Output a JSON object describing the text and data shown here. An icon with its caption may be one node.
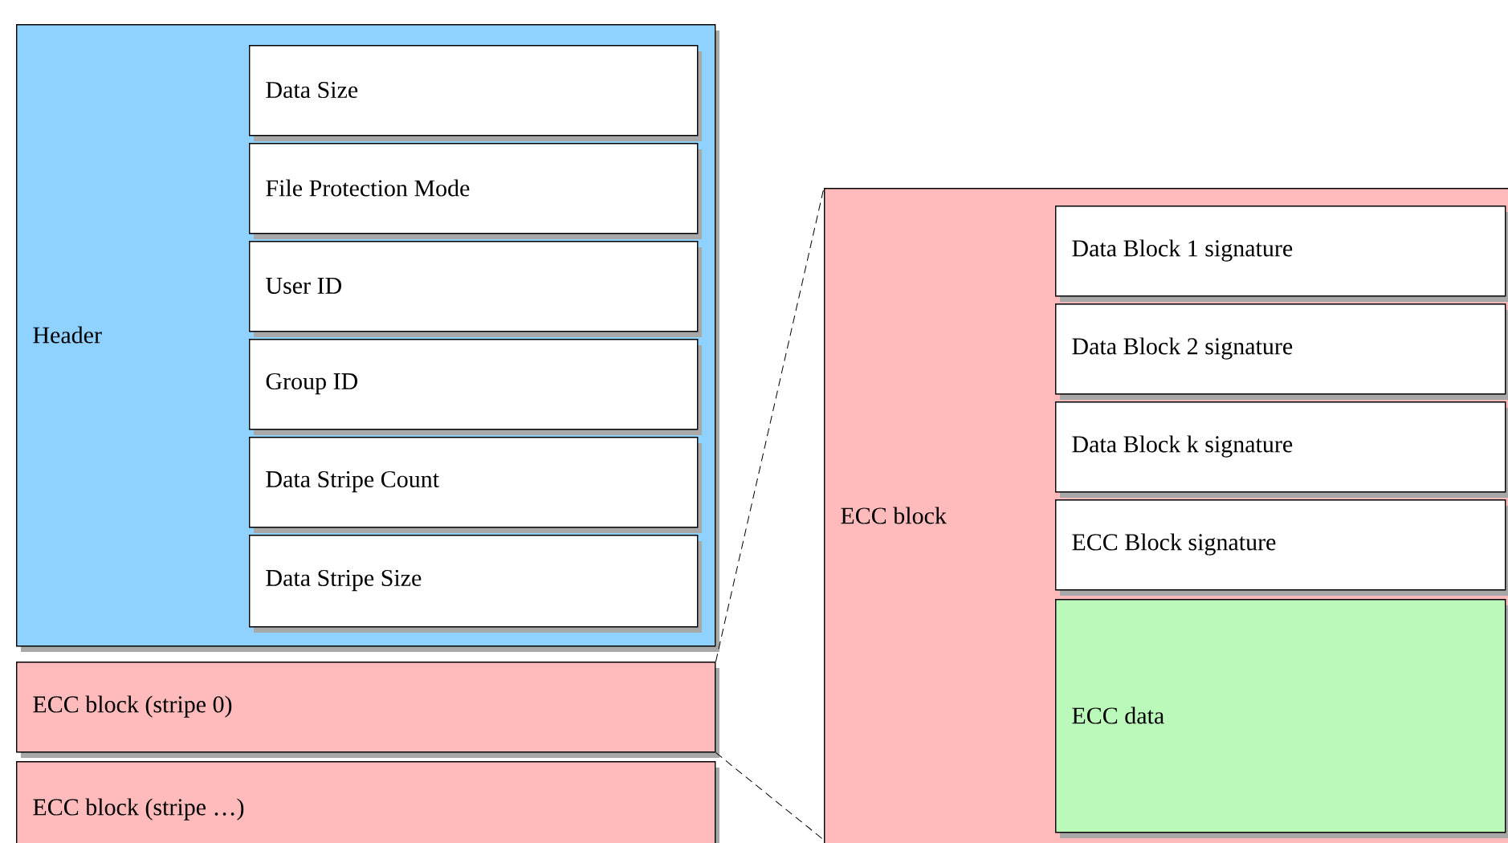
{
  "diagram": {
    "nodes": [
      {
        "text": [
          "Header"
        ]
      },
      {
        "text": [
          "Data Size"
        ],
        "in": 0
      },
      {
        "text": [
          "File Protection Mode"
        ],
        "in": 0
      },
      {
        "text": [
          "User ID"
        ],
        "in": 0
      },
      {
        "text": [
          "Group ID"
        ],
        "in": 0
      },
      {
        "text": [
          "Data Stripe Count"
        ],
        "in": 0
      },
      {
        "text": [
          "Data Stripe Size"
        ],
        "in": 0
      },
      {
        "text": [
          "ECC block (stripe 0)"
        ]
      },
      {
        "text": [
          "ECC block (stripe …)"
        ]
      },
      {
        "text": [
          "ECC block"
        ]
      },
      {
        "text": [
          "Data Block 1 signature"
        ],
        "in": 9
      },
      {
        "text": [
          "Data Block 2 signature"
        ],
        "in": 9
      },
      {
        "text": [
          "Data Block k signature"
        ],
        "in": 9
      },
      {
        "text": [
          "ECC Block signature"
        ],
        "in": 9
      },
      {
        "text": [
          "ECC data"
        ],
        "in": 9
      }
    ],
    "edges": [
      {
        "from": 7,
        "to": 9,
        "arrow": "none",
        "style": "dashed"
      },
      {
        "from": 7,
        "to": 9,
        "arrow": "none",
        "style": "dashed"
      }
    ]
  }
}
